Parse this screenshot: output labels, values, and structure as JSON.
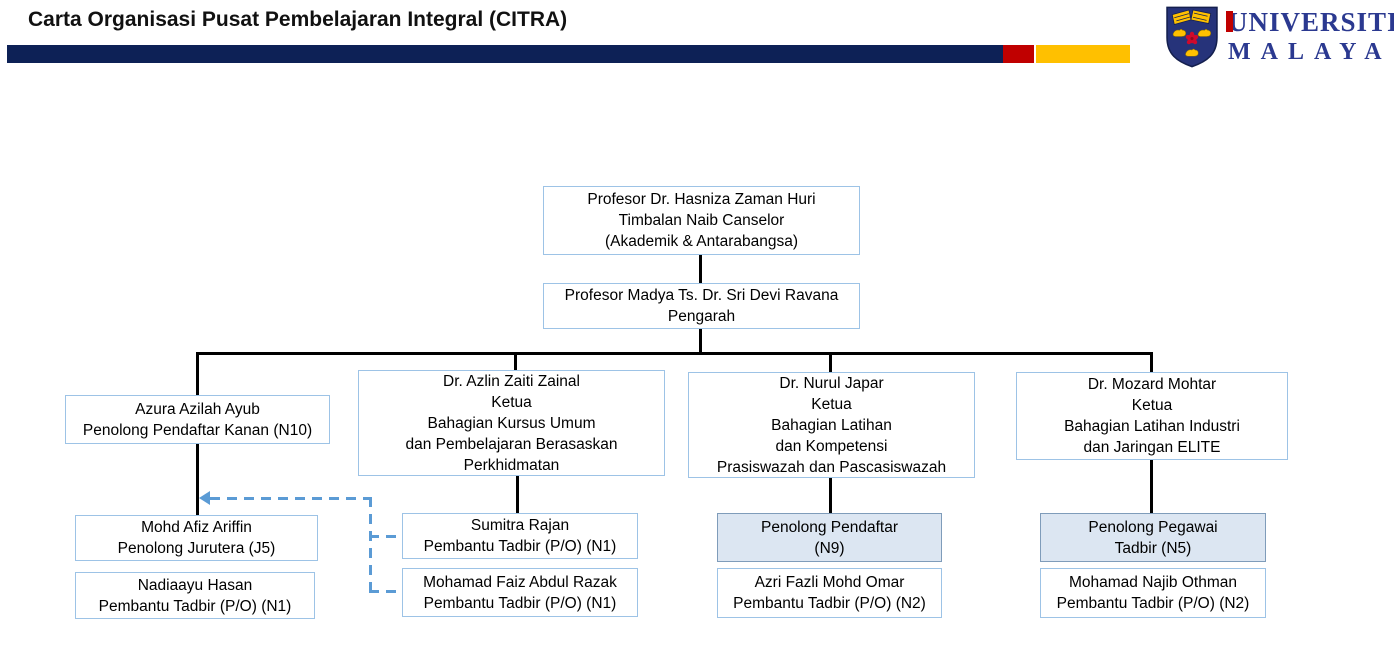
{
  "header": {
    "title": "Carta Organisasi Pusat Pembelajaran Integral (CITRA)",
    "logo": {
      "line1": "UNIVERSITI",
      "line2": "MALAYA"
    },
    "bar_colors": {
      "navy": "#0d2156",
      "red": "#c00000",
      "yellow": "#ffc000"
    },
    "logo_color": "#2b3990"
  },
  "colors": {
    "box_border": "#9dc3e6",
    "box_fill": "#ffffff",
    "box_fill_highlight": "#dce6f2",
    "connector": "#000000",
    "dashed_connector": "#5b9bd5"
  },
  "org": {
    "boxes": [
      {
        "id": "hasniza",
        "text": "Profesor Dr. Hasniza Zaman Huri\nTimbalan Naib Canselor\n(Akademik & Antarabangsa)"
      },
      {
        "id": "sridevi",
        "text": "Profesor Madya Ts. Dr. Sri Devi Ravana\nPengarah"
      },
      {
        "id": "azura",
        "text": "Azura Azilah Ayub\nPenolong Pendaftar Kanan (N10)"
      },
      {
        "id": "azlin",
        "text": "Dr. Azlin Zaiti Zainal\nKetua\nBahagian Kursus Umum\ndan Pembelajaran Berasaskan\nPerkhidmatan"
      },
      {
        "id": "nurul",
        "text": "Dr. Nurul Japar\nKetua\nBahagian Latihan\ndan Kompetensi\nPrasiswazah dan Pascasiswazah"
      },
      {
        "id": "mozard",
        "text": "Dr. Mozard Mohtar\nKetua\nBahagian Latihan Industri\ndan Jaringan ELITE"
      },
      {
        "id": "afiz",
        "text": "Mohd Afiz Ariffin\nPenolong Jurutera (J5)"
      },
      {
        "id": "nadiaayu",
        "text": "Nadiaayu Hasan\nPembantu Tadbir (P/O) (N1)"
      },
      {
        "id": "sumitra",
        "text": "Sumitra Rajan\nPembantu Tadbir (P/O) (N1)"
      },
      {
        "id": "faiz",
        "text": "Mohamad Faiz Abdul Razak\nPembantu Tadbir (P/O) (N1)"
      },
      {
        "id": "pendaftar9",
        "text": "Penolong Pendaftar\n(N9)"
      },
      {
        "id": "azri",
        "text": "Azri Fazli Mohd Omar\nPembantu Tadbir (P/O) (N2)"
      },
      {
        "id": "pegawai5",
        "text": "Penolong Pegawai\nTadbir (N5)"
      },
      {
        "id": "najib",
        "text": "Mohamad Najib Othman\nPembantu Tadbir (P/O) (N2)"
      }
    ]
  }
}
